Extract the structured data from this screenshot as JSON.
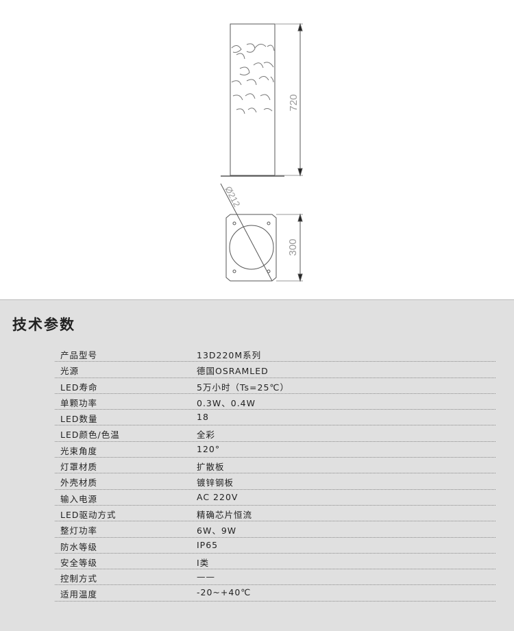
{
  "drawing": {
    "height_dim": "720",
    "diameter_dim": "Ø212",
    "base_dim": "300"
  },
  "specs": {
    "title": "技术参数",
    "rows": [
      {
        "label": "产品型号",
        "value": "13D220M系列"
      },
      {
        "label": "光源",
        "value": "德国OSRAMLED"
      },
      {
        "label": "LED寿命",
        "value": "5万小时（Ts=25℃）"
      },
      {
        "label": "单颗功率",
        "value": "0.3W、0.4W"
      },
      {
        "label": "LED数量",
        "value": "18"
      },
      {
        "label": "LED颜色/色温",
        "value": "全彩"
      },
      {
        "label": "光束角度",
        "value": "120°"
      },
      {
        "label": "灯罩材质",
        "value": "扩散板"
      },
      {
        "label": "外壳材质",
        "value": "镀锌钢板"
      },
      {
        "label": "输入电源",
        "value": "AC 220V"
      },
      {
        "label": "LED驱动方式",
        "value": "精确芯片恒流"
      },
      {
        "label": "整灯功率",
        "value": "6W、9W"
      },
      {
        "label": "防水等级",
        "value": "IP65"
      },
      {
        "label": "安全等级",
        "value": "Ⅰ类"
      },
      {
        "label": "控制方式",
        "value": "——"
      },
      {
        "label": "适用温度",
        "value": "-20~+40℃"
      }
    ]
  }
}
